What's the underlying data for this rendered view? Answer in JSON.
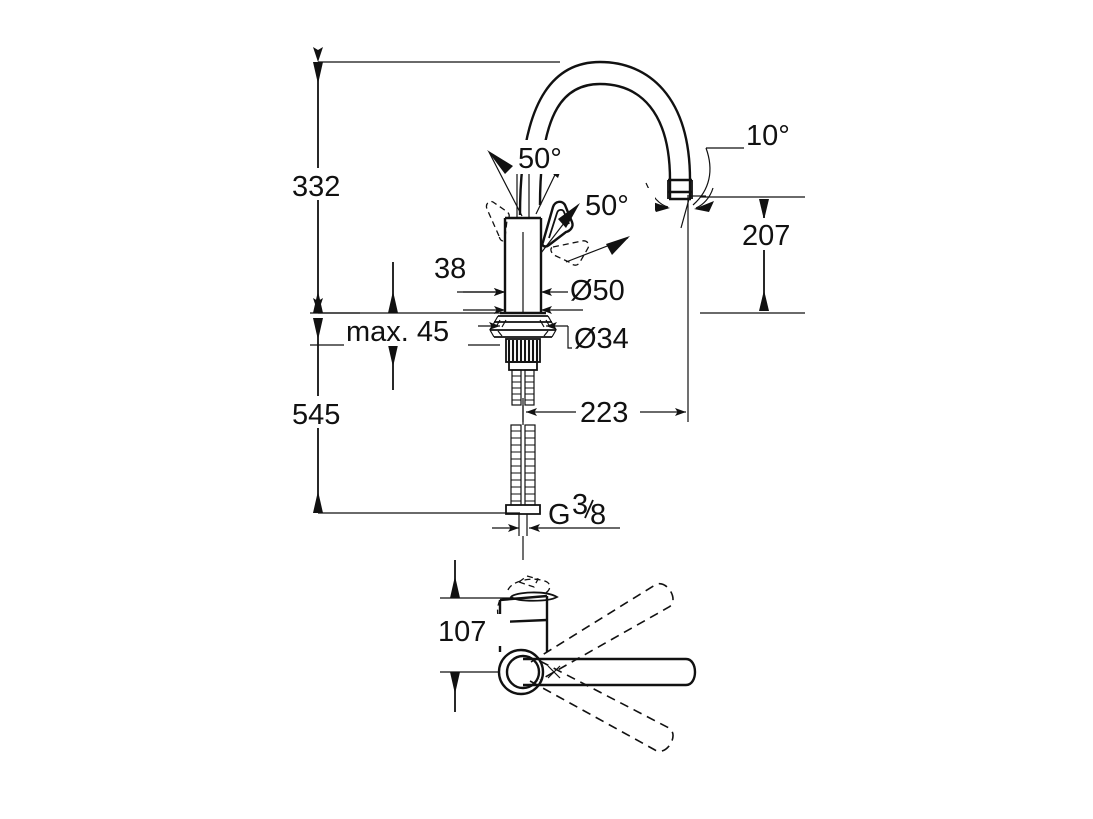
{
  "drawing": {
    "title": "Kitchen mixer tap technical dimension drawing",
    "background_color": "#ffffff",
    "line_color": "#111111",
    "views": [
      {
        "name": "front-elevation",
        "description": "Side elevation of single-lever kitchen mixer with C-spout"
      },
      {
        "name": "plan-view",
        "description": "Top plan view showing lever swivel range"
      }
    ]
  },
  "dimensions": {
    "height_above_counter": "332",
    "height_below_counter": "545",
    "spout_height": "207",
    "spout_reach": "223",
    "counter_thickness": "max. 45",
    "lever_clearance": "38",
    "body_diameter": "Ø50",
    "mounting_hole_diameter": "Ø34",
    "thread_size_g": "G",
    "thread_numerator": "3",
    "thread_denominator": "8",
    "plan_offset": "107",
    "lever_angle_left": "50°",
    "lever_angle_right": "50°",
    "spout_tilt_angle": "10°"
  },
  "labels": {
    "d332": "332",
    "d545": "545",
    "d207": "207",
    "d223": "223",
    "dmax45": "max. 45",
    "d38": "38",
    "d50dia": "Ø50",
    "d34dia": "Ø34",
    "d107": "107",
    "a50a": "50°",
    "a50b": "50°",
    "a10": "10°",
    "gthread": "G"
  }
}
